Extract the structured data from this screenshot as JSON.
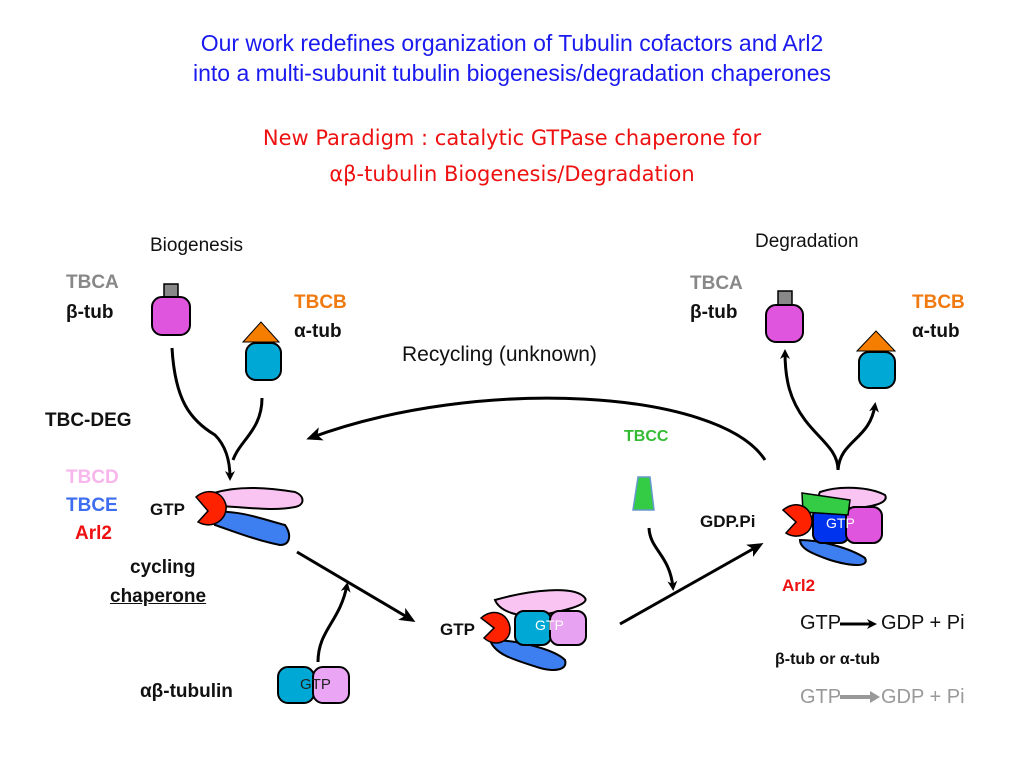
{
  "title": {
    "line1": "Our work redefines organization of Tubulin cofactors and Arl2",
    "line2": "into a multi-subunit tubulin biogenesis/degradation chaperones"
  },
  "subtitle": {
    "line1": "New  Paradigm : catalytic GTPase chaperone for",
    "line2": "αβ-tubulin Biogenesis/Degradation"
  },
  "biogenesis": {
    "heading": "Biogenesis",
    "tbca": "TBCA",
    "beta_tub": "β-tub",
    "tbcb": "TBCB",
    "alpha_tub": "α-tub"
  },
  "degradation": {
    "heading": "Degradation",
    "tbca": "TBCA",
    "beta_tub": "β-tub",
    "tbcb": "TBCB",
    "alpha_tub": "α-tub"
  },
  "recycling_label": "Recycling (unknown)",
  "tbc_deg": "TBC-DEG",
  "legend_left": {
    "tbcd": "TBCD",
    "tbce": "TBCE",
    "arl2": "Arl2",
    "cycling": "cycling",
    "chaperone": "chaperone"
  },
  "gtp_label_left": "GTP",
  "gtp_label_center": "GTP",
  "gtp_inner_center": "GTP",
  "gtp_inner_right": "GTP",
  "gtp_inner_dimer": "GTP",
  "tbcc": "TBCC",
  "gdp_pi": "GDP.Pi",
  "arl2_right": "Arl2",
  "ab_tubulin": "αβ-tubulin",
  "reaction1": {
    "left": "GTP",
    "right": "GDP + Pi"
  },
  "beta_or_alpha": "β-tub or α-tub",
  "reaction2": {
    "left": "GTP",
    "right": "GDP + Pi"
  },
  "colors": {
    "title": "#1a1aee",
    "subtitle": "#ee1111",
    "tbca_gray": "#888888",
    "tbcb_orange": "#f07a10",
    "beta_tub_magenta": "#e055dd",
    "alpha_tub_cyan": "#00a8d6",
    "tbcd_pink": "#f9c4f2",
    "tbce_blue": "#3d7ef0",
    "arl2_red": "#ff2200",
    "tbcc_green": "#33cc44"
  }
}
